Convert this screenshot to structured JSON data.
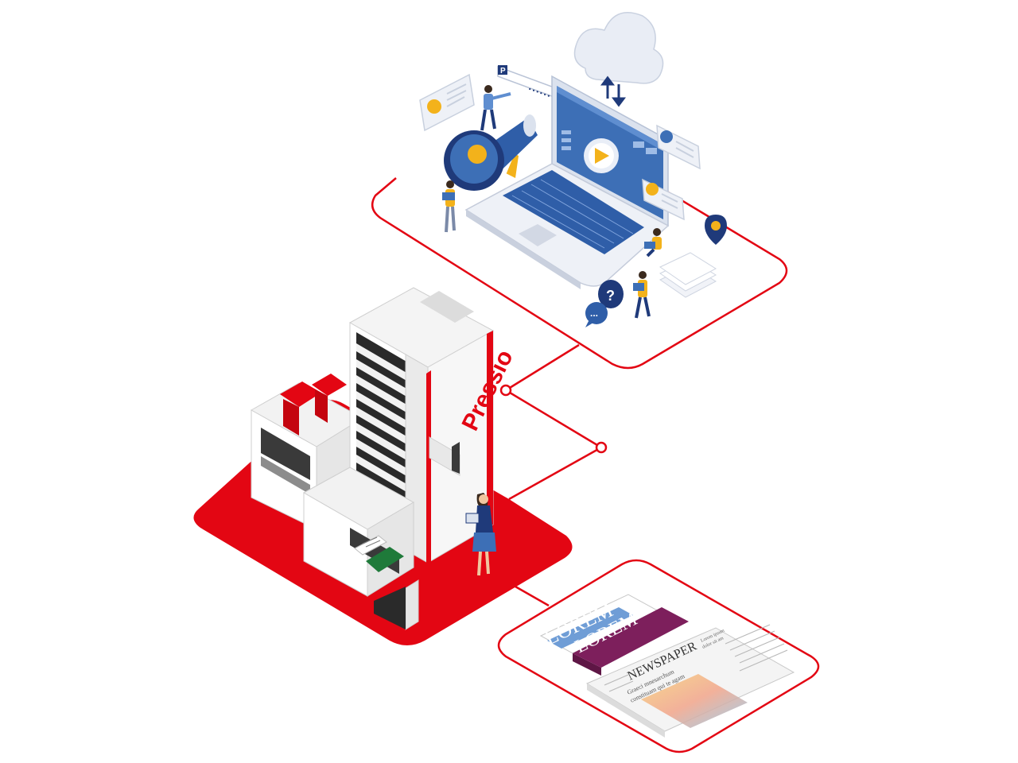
{
  "colors": {
    "accent_red": "#e30613",
    "laptop_blue": "#3d6fb6",
    "navy": "#1f3a7a",
    "amber": "#f3b21b",
    "magenta_banner": "#7d1f5c",
    "cloud": "#e9edf5"
  },
  "machine": {
    "brand_label": "Pressio"
  },
  "newspaper": {
    "masthead_back": "LOREM",
    "masthead_front": "LOREM",
    "headline": "NEWSPAPER",
    "subline_1": "Graeci mnesarchum",
    "subline_2": "constituam qui te agam",
    "column_text_1": "Lorem ipsum",
    "column_text_2": "dolor sit am"
  },
  "icons": {
    "cloud": "cloud-icon",
    "sync": "sync-arrows-icon",
    "megaphone": "megaphone-icon",
    "play": "play-icon",
    "question_bubble": "question-bubble-icon",
    "chat_bubble": "chat-bubble-icon",
    "location_pin": "location-pin-icon"
  },
  "search_bar": {
    "prefix_glyph": "P",
    "dots": "• • • • • •"
  },
  "chat": {
    "question_mark": "?",
    "ellipsis": "..."
  }
}
